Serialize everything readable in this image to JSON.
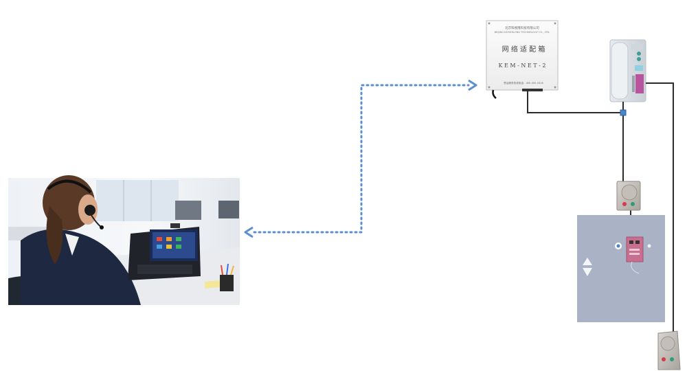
{
  "adapter_box": {
    "company_cn": "北京科视隆科技有限公司",
    "company_en": "BEIJING KEYSHILONG TECHNOLOGY CO., LTD.",
    "title_cn": "网 络 适 配 箱",
    "model": "K E M - N E T - 2",
    "hotline": "售后服务热线电话：400 000 0316"
  },
  "colors": {
    "dotted_link": "#5b8fd0",
    "wire": "#2b2b2b",
    "junction": "#4a86c8",
    "elevator_car": "#aab3c6"
  },
  "icons": {
    "adapter": "network-adapter-box-icon",
    "wall_unit": "wall-intercom-handset-icon",
    "car_speaker": "car-intercom-speaker-icon",
    "pit_speaker": "pit-intercom-speaker-icon",
    "arrows": "up-down-arrows-icon"
  }
}
